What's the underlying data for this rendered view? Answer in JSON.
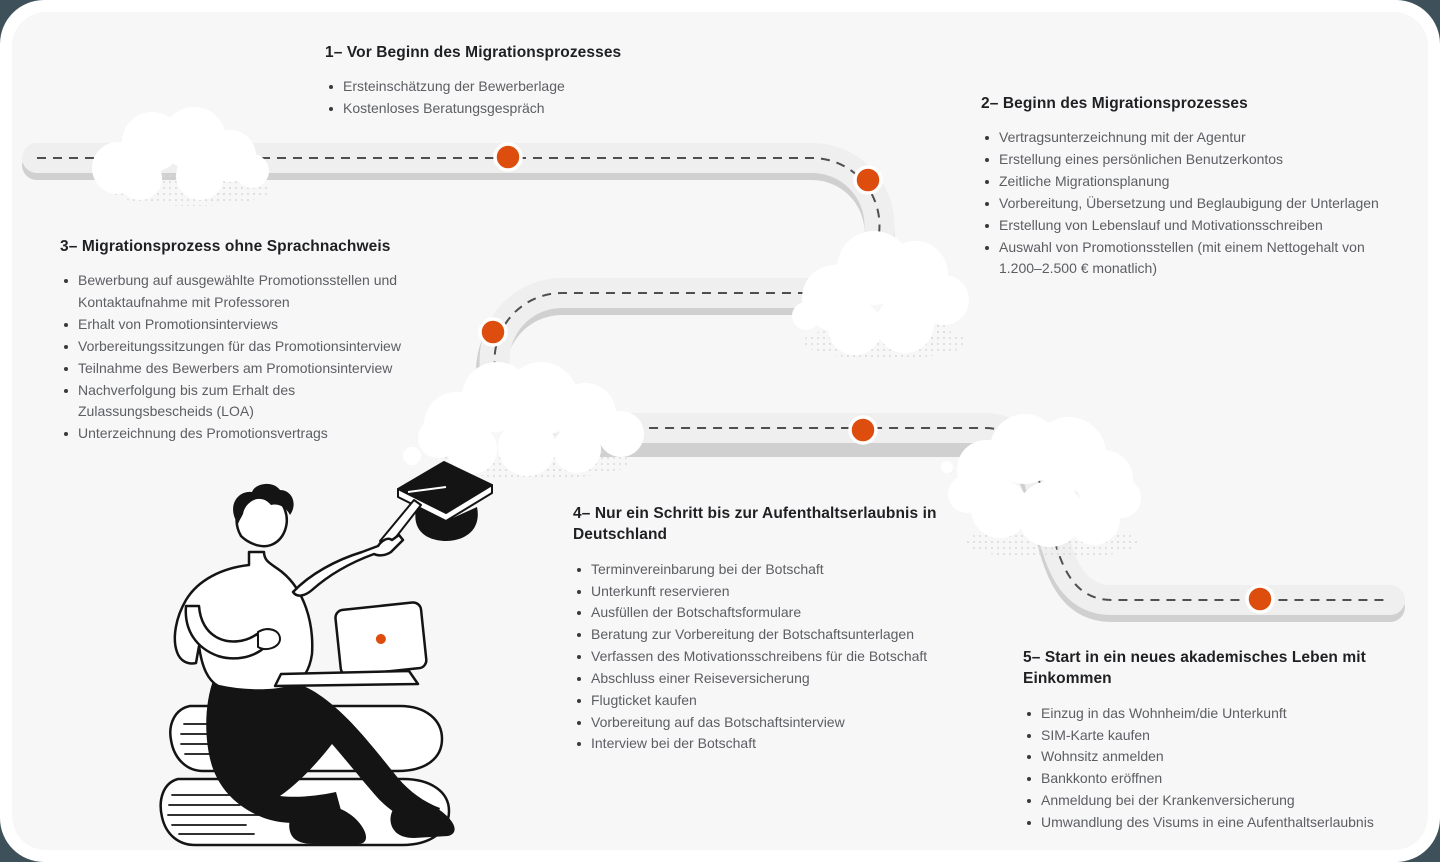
{
  "colors": {
    "accent": "#DD4D0E",
    "card_background": "#F7F7F7",
    "card_rim": "#FFFFFF",
    "page_background": "#3E515A",
    "road": "#EFEFEF",
    "road_edge": "#C9C9C9",
    "road_dash": "#4F4F4F",
    "title_text": "#1F2023",
    "item_text": "#5C5E63"
  },
  "sections": [
    {
      "title": "1– Vor Beginn des Migrationsprozesses",
      "items": [
        "Ersteinschätzung der Bewerberlage",
        "Kostenloses Beratungsgespräch"
      ]
    },
    {
      "title": "2– Beginn des Migrationsprozesses",
      "items": [
        "Vertragsunterzeichnung mit der Agentur",
        "Erstellung eines persönlichen Benutzerkontos",
        "Zeitliche Migrationsplanung",
        "Vorbereitung, Übersetzung und Beglaubigung der Unterlagen",
        "Erstellung von Lebenslauf und Motivationsschreiben",
        "Auswahl von Promotionsstellen (mit einem Nettogehalt von 1.200–2.500 € monatlich)"
      ]
    },
    {
      "title": "3– Migrationsprozess ohne Sprachnachweis",
      "items": [
        "Bewerbung auf ausgewählte Promotionsstellen und Kontaktaufnahme mit Professoren",
        "Erhalt von Promotionsinterviews",
        "Vorbereitungssitzungen für das Promotionsinterview",
        "Teilnahme des Bewerbers am Promotionsinterview",
        "Nachverfolgung bis zum Erhalt des Zulassungsbescheids (LOA)",
        "Unterzeichnung des Promotionsvertrags"
      ]
    },
    {
      "title": "4– Nur ein Schritt bis zur Aufenthaltserlaubnis in Deutschland",
      "items": [
        "Terminvereinbarung bei der Botschaft",
        "Unterkunft reservieren",
        "Ausfüllen der Botschaftsformulare",
        "Beratung zur Vorbereitung der Botschaftsunterlagen",
        "Verfassen des Motivationsschreibens für die Botschaft",
        "Abschluss einer Reiseversicherung",
        "Flugticket kaufen",
        "Vorbereitung auf das Botschaftsinterview",
        "Interview bei der Botschaft"
      ]
    },
    {
      "title": "5– Start in ein neues akademisches Leben mit Einkommen",
      "items": [
        "Einzug in das Wohnheim/die Unterkunft",
        "SIM-Karte kaufen",
        "Wohnsitz anmelden",
        "Bankkonto eröffnen",
        "Anmeldung bei der Krankenversicherung",
        "Umwandlung des Visums in eine Aufenthaltserlaubnis"
      ]
    }
  ],
  "milestones": [
    {
      "step": "1"
    },
    {
      "step": "2"
    },
    {
      "step": "3"
    },
    {
      "step": "4"
    },
    {
      "step": "5"
    }
  ]
}
